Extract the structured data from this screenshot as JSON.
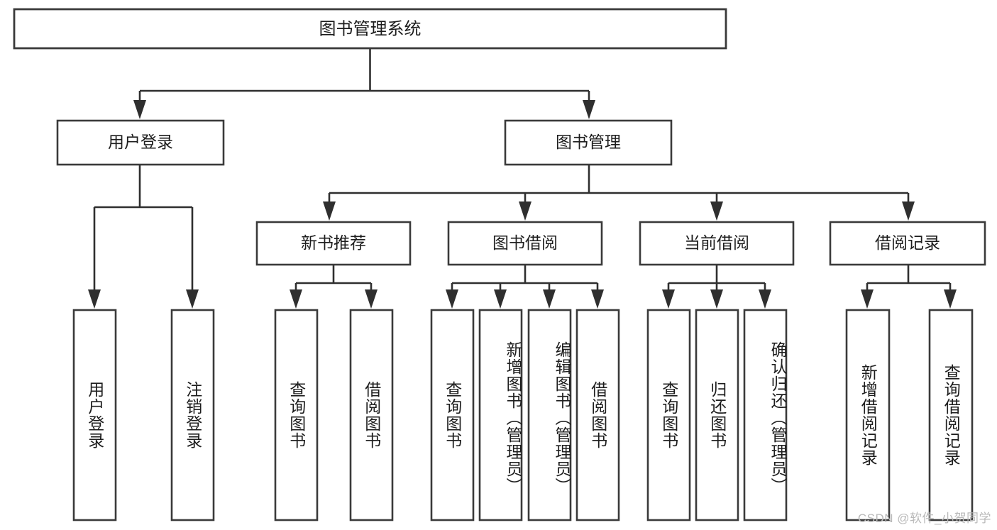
{
  "diagram": {
    "title": "图书管理系统",
    "type": "hierarchy-tree",
    "orientation": "top-down",
    "root": {
      "label": "图书管理系统",
      "children": [
        {
          "label": "用户登录",
          "children": [
            {
              "label": "用户登录"
            },
            {
              "label": "注销登录"
            }
          ]
        },
        {
          "label": "图书管理",
          "children": [
            {
              "label": "新书推荐",
              "children": [
                {
                  "label": "查询图书"
                },
                {
                  "label": "借阅图书"
                }
              ]
            },
            {
              "label": "图书借阅",
              "children": [
                {
                  "label": "查询图书"
                },
                {
                  "label": "新增图书（管理员）"
                },
                {
                  "label": "编辑图书（管理员）"
                },
                {
                  "label": "借阅图书"
                }
              ]
            },
            {
              "label": "当前借阅",
              "children": [
                {
                  "label": "查询图书"
                },
                {
                  "label": "归还图书"
                },
                {
                  "label": "确认归还（管理员）"
                }
              ]
            },
            {
              "label": "借阅记录",
              "children": [
                {
                  "label": "新增借阅记录"
                },
                {
                  "label": "查询借阅记录"
                }
              ]
            }
          ]
        }
      ]
    }
  },
  "nodes": {
    "root": "图书管理系统",
    "l2": {
      "user_login": "用户登录",
      "book_manage": "图书管理"
    },
    "l3": {
      "new_book_rec": "新书推荐",
      "book_borrow": "图书借阅",
      "current_borrow": "当前借阅",
      "borrow_record": "借阅记录"
    },
    "leaves": {
      "user_login_1": "用户登录",
      "user_login_2": "注销登录",
      "newbook_1": "查询图书",
      "newbook_2": "借阅图书",
      "borrow_1": "查询图书",
      "borrow_2": "新增图书（管理员）",
      "borrow_3": "编辑图书（管理员）",
      "borrow_4": "借阅图书",
      "current_1": "查询图书",
      "current_2": "归还图书",
      "current_3": "确认归还（管理员）",
      "record_1": "新增借阅记录",
      "record_2": "查询借阅记录"
    }
  },
  "watermark": {
    "text": "CSDN @软件_小贺同学"
  },
  "colors": {
    "box_stroke": "#3a3a3a",
    "line": "#2f2f2f",
    "text": "#1d1d1d",
    "background": "#ffffff",
    "watermark": "#b9b9b9"
  }
}
